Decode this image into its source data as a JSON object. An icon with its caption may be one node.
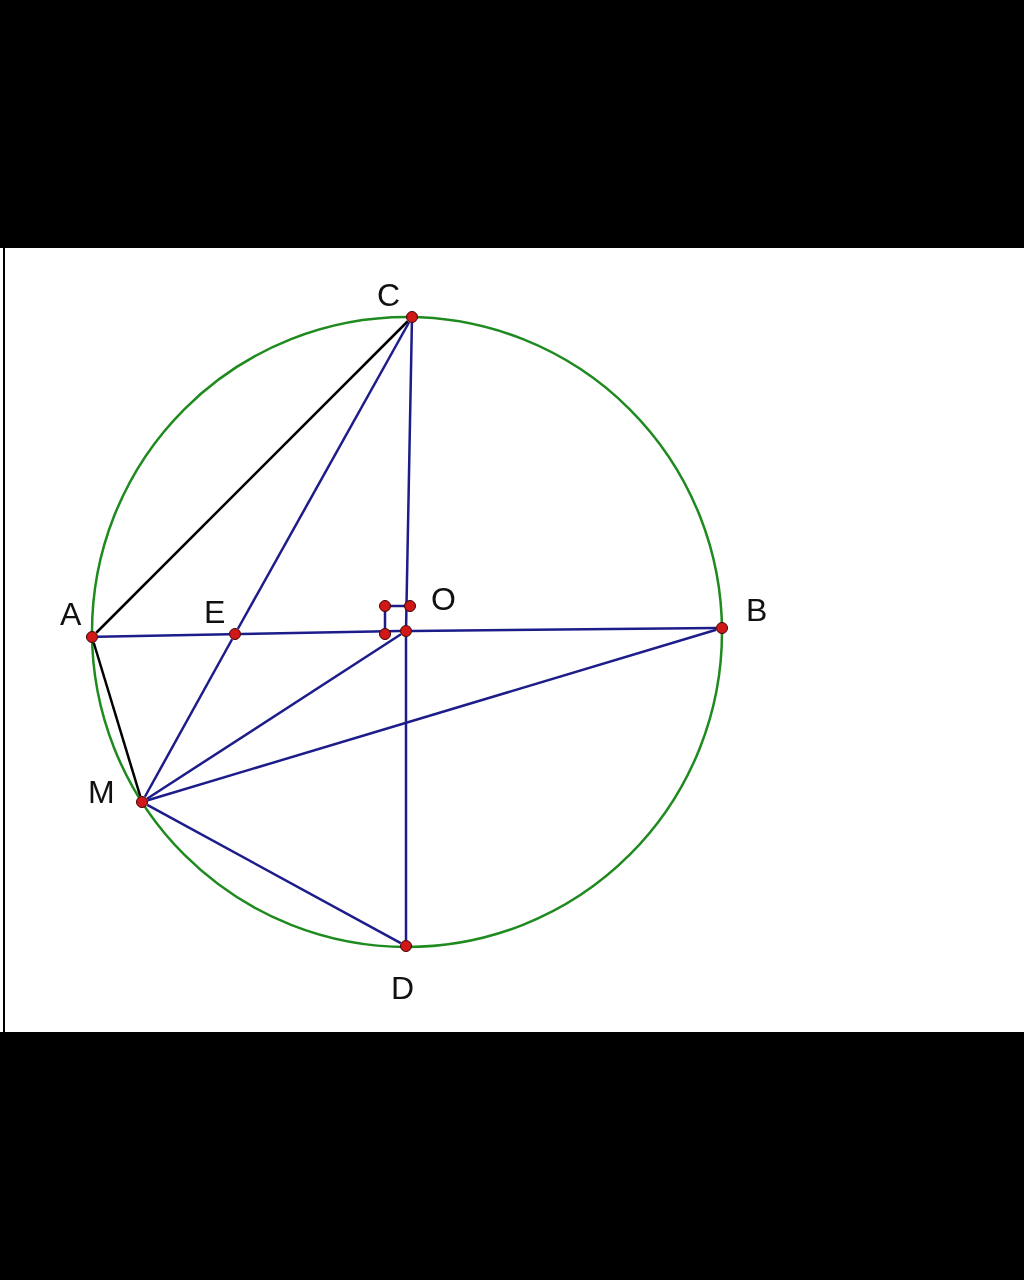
{
  "diagram": {
    "nodes": [
      {
        "text": [
          "C"
        ]
      },
      {
        "text": [
          "A"
        ]
      },
      {
        "text": [
          "E"
        ]
      },
      {
        "text": [
          "O"
        ]
      },
      {
        "text": [
          "B"
        ]
      },
      {
        "text": [
          "M"
        ]
      },
      {
        "text": [
          "D"
        ]
      }
    ],
    "edges": [
      {
        "from": 1,
        "to": 0,
        "arrow": "none",
        "color": "#000000"
      },
      {
        "from": 0,
        "to": 2,
        "arrow": "none"
      },
      {
        "from": 2,
        "to": 5,
        "arrow": "none"
      },
      {
        "from": 0,
        "to": 3,
        "arrow": "none"
      },
      {
        "from": 3,
        "to": 6,
        "arrow": "none"
      },
      {
        "from": 1,
        "to": 2,
        "arrow": "none"
      },
      {
        "from": 2,
        "to": 3,
        "arrow": "none"
      },
      {
        "from": 3,
        "to": 4,
        "arrow": "none"
      },
      {
        "from": 1,
        "to": 5,
        "arrow": "none",
        "color": "#000000"
      },
      {
        "from": 5,
        "to": 3,
        "arrow": "none"
      },
      {
        "from": 5,
        "to": 4,
        "arrow": "none"
      },
      {
        "from": 5,
        "to": 6,
        "arrow": "none"
      }
    ]
  }
}
